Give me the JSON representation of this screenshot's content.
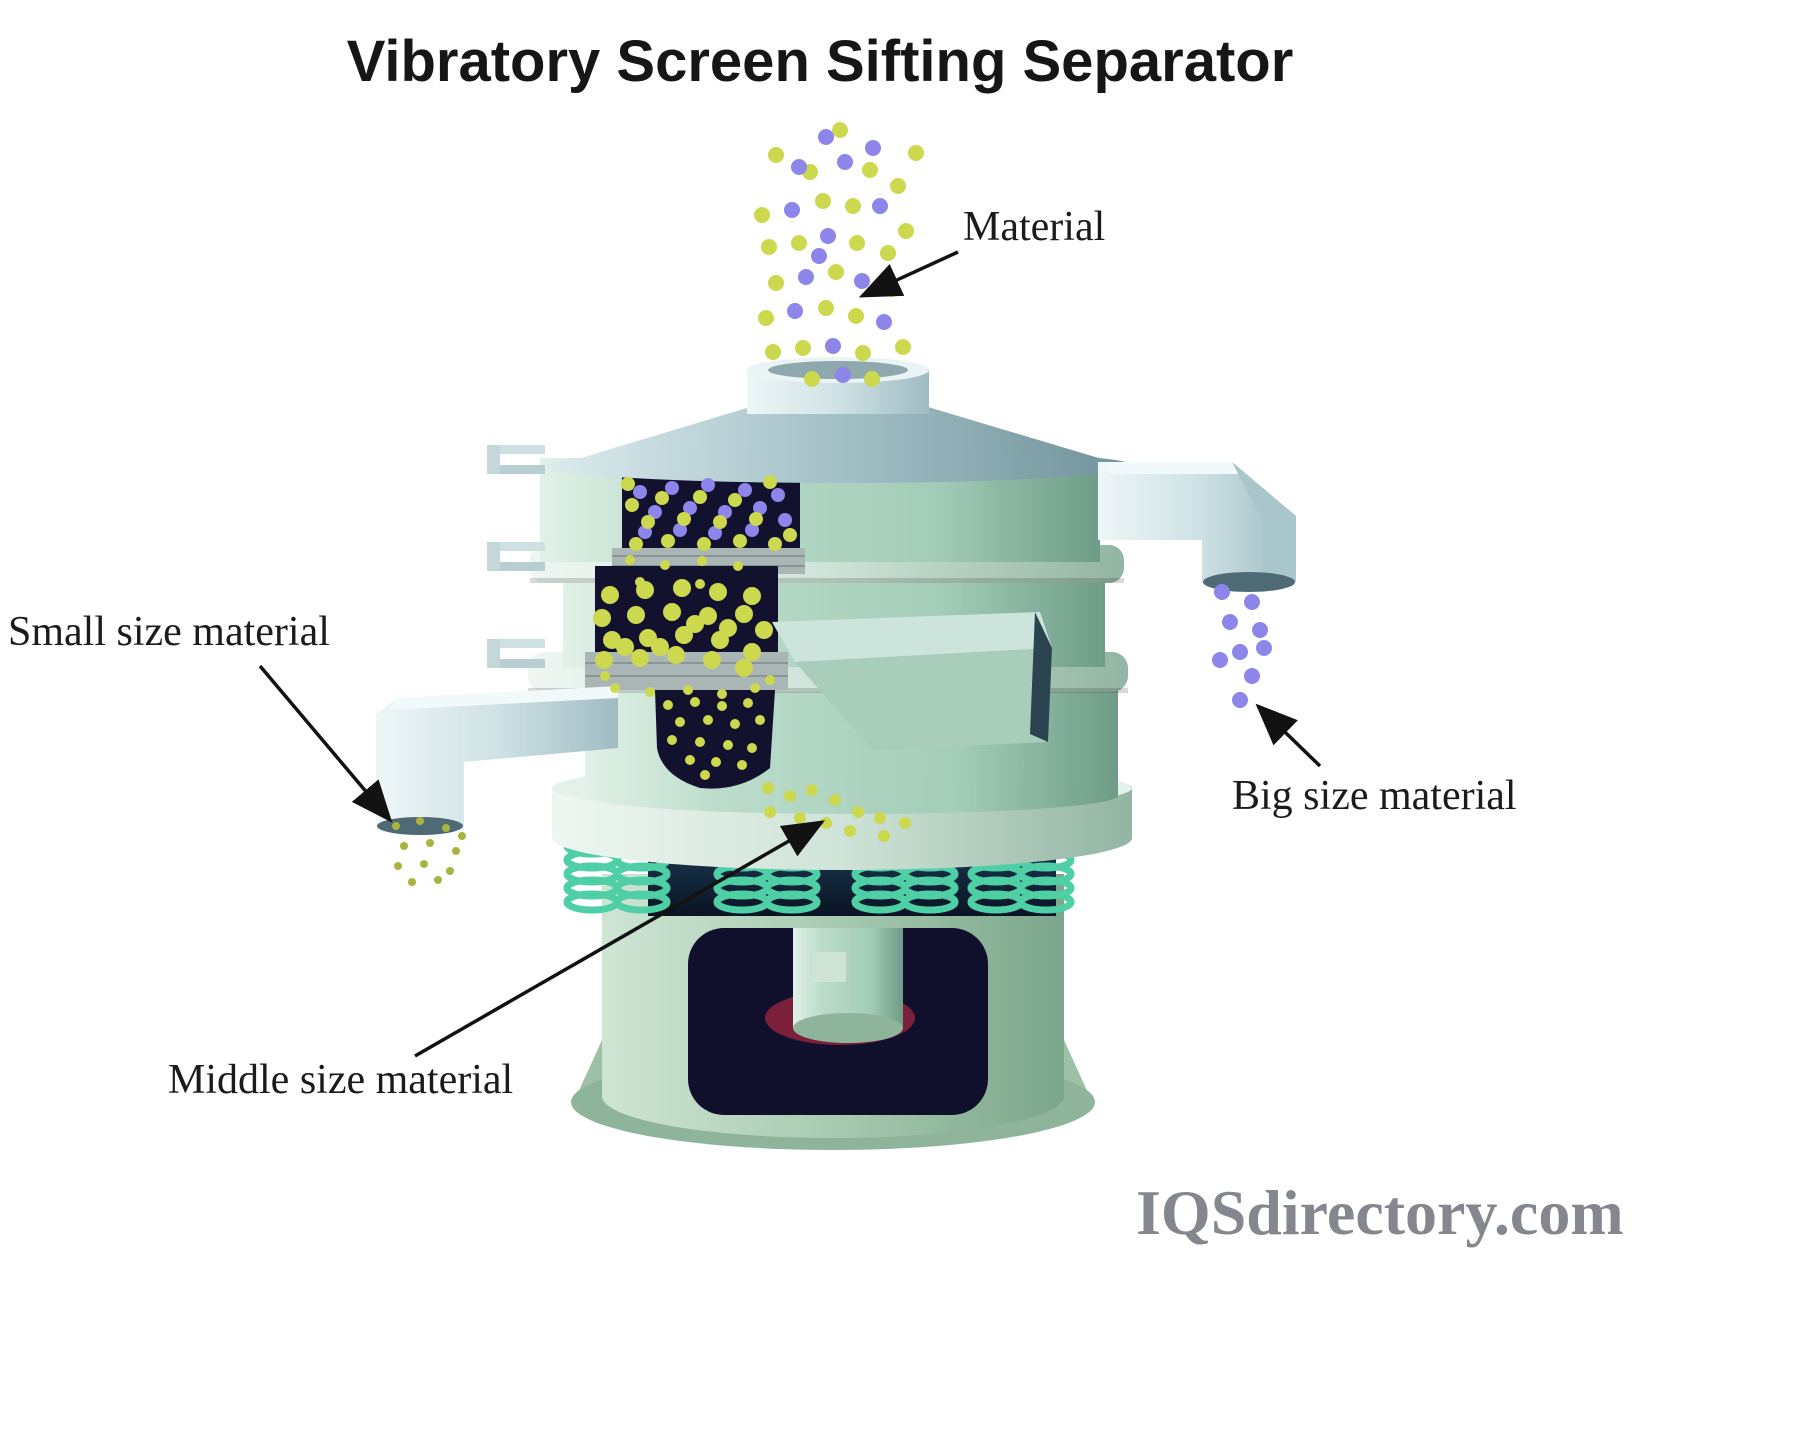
{
  "title": "Vibratory Screen Sifting Separator",
  "labels": {
    "material": "Material",
    "small": "Small size material",
    "middle": "Middle size material",
    "big": "Big size material"
  },
  "watermark": "IQSdirectory.com",
  "colors": {
    "particle_yellow": "#ccd84e",
    "particle_purple": "#8d85ea",
    "body_green": "#a9d2bd",
    "lid_gray": "#a8c4ca",
    "spring_teal": "#4fcfa5",
    "panel_navy": "#12122e",
    "accent_red": "#7c1f3a",
    "label_text": "#1b1b1b",
    "watermark_gray": "#84888e"
  }
}
